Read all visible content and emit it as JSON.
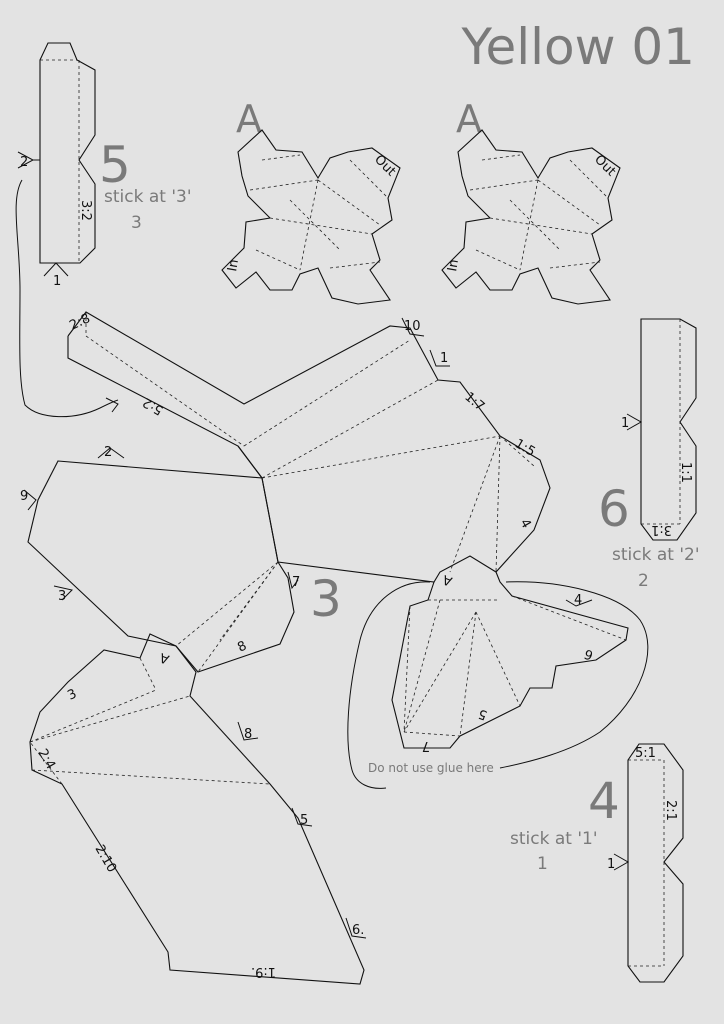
{
  "title": "Yellow 01",
  "part_labels": {
    "A_left": "A",
    "A_right": "A",
    "A_center": "A",
    "A_lower": "A"
  },
  "piece_numbers": {
    "p5": "5",
    "p6": "6",
    "p4": "4",
    "p3": "3"
  },
  "instructions": {
    "p5_stick": "stick at '3'",
    "p5_num": "3",
    "p6_stick": "stick at '2'",
    "p6_num": "2",
    "p4_stick": "stick at '1'",
    "p4_num": "1",
    "glue_note": "Do not use glue here"
  },
  "tab_words": {
    "out_left": "Out",
    "in_left": "In",
    "out_right": "Out",
    "in_right": "In"
  },
  "edge_labels": {
    "p5_side": "2",
    "p5_bottom": "1",
    "p5_fold": "3:2",
    "p6_side": "1",
    "p6_fold": "1:1",
    "p6_bottom": "3:1",
    "p4_side": "1",
    "p4_top": "5:1",
    "p4_fold": "2:1",
    "m_2_8": "2:8",
    "m_5_2": "5:2",
    "m_10": "10",
    "m_1": "1",
    "m_1_7": "1:7",
    "m_1_5": "1:5",
    "m_4": "4",
    "m_2": "2",
    "m_9": "9",
    "m_3": "3",
    "m_7": "7",
    "m_8": "8",
    "m_3b": "3",
    "m_2_4": "2:4",
    "m_8b": "8",
    "m_5": "5",
    "m_2_10": "2:10",
    "m_6": "6.",
    "m_1_9": "1:9.",
    "m_4b": "4",
    "m_6b": "6",
    "m_5b": "5",
    "m_7b": "7"
  }
}
